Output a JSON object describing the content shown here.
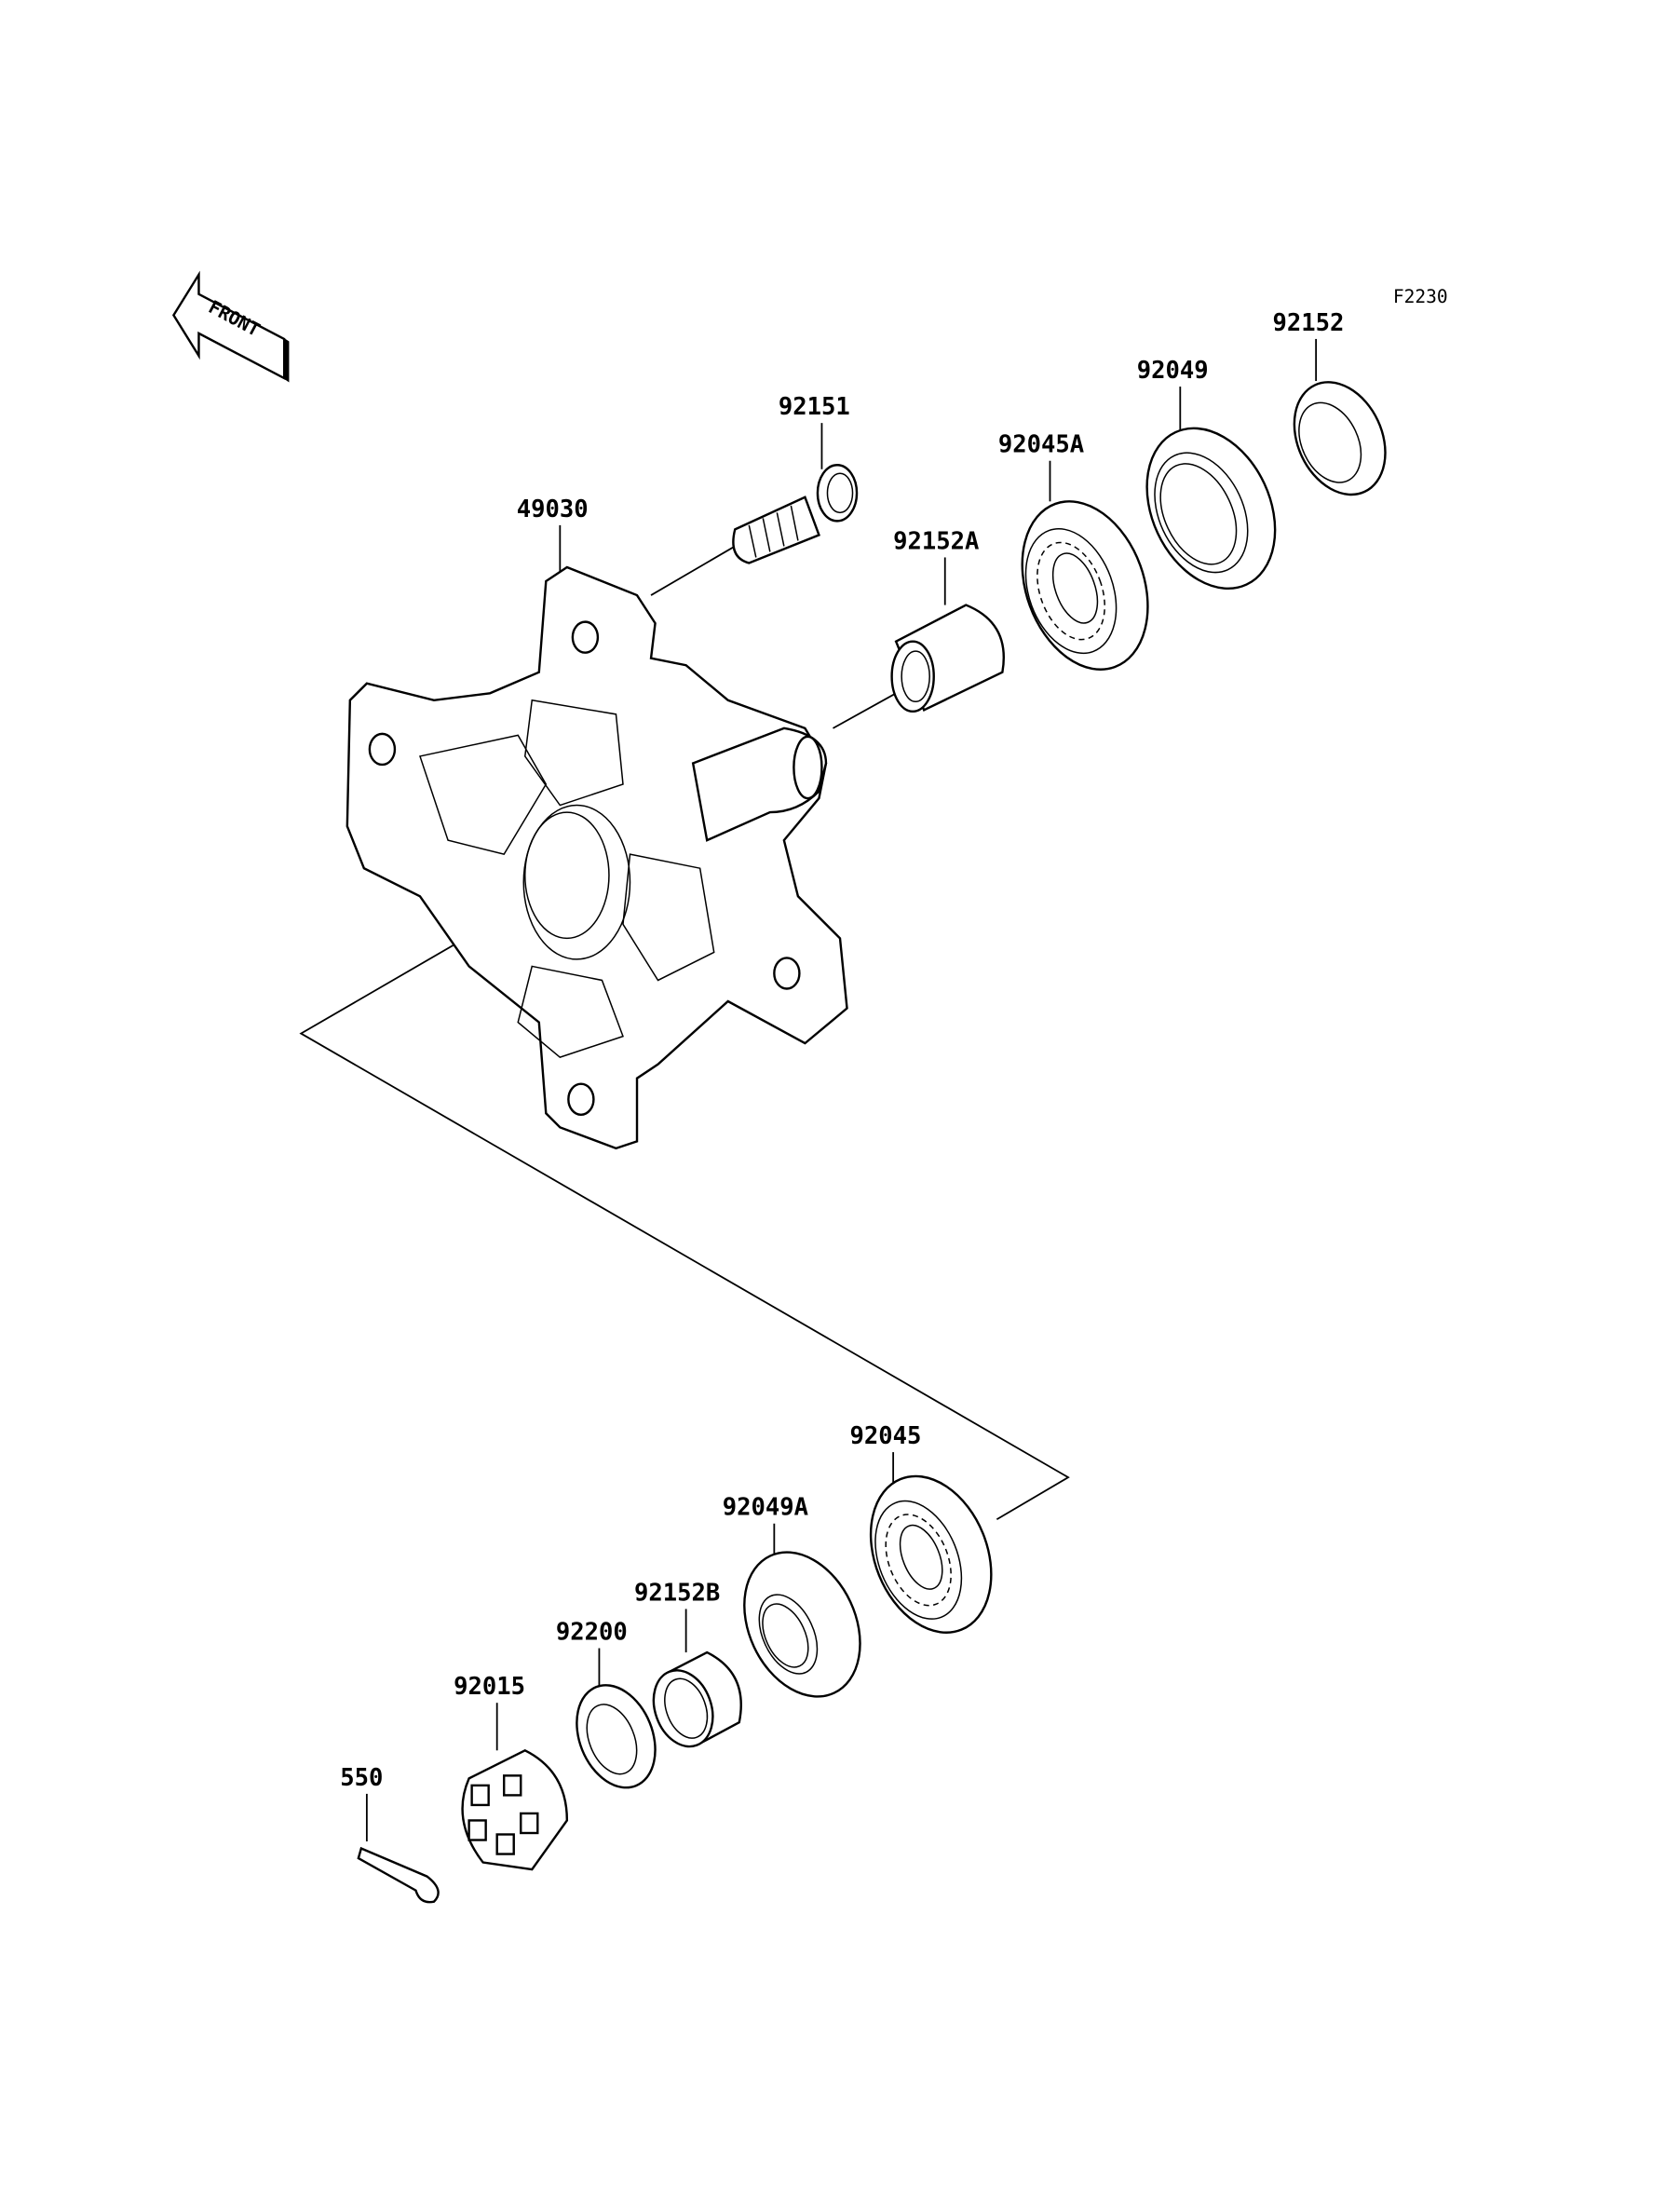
{
  "diagram": {
    "figure_code": "F2230",
    "front_arrow_label": "FRONT",
    "parts": [
      {
        "number": "92152"
      },
      {
        "number": "92049"
      },
      {
        "number": "92151"
      },
      {
        "number": "92045A"
      },
      {
        "number": "49030"
      },
      {
        "number": "92152A"
      },
      {
        "number": "92045"
      },
      {
        "number": "92049A"
      },
      {
        "number": "92152B"
      },
      {
        "number": "92200"
      },
      {
        "number": "92015"
      },
      {
        "number": "550"
      }
    ]
  }
}
